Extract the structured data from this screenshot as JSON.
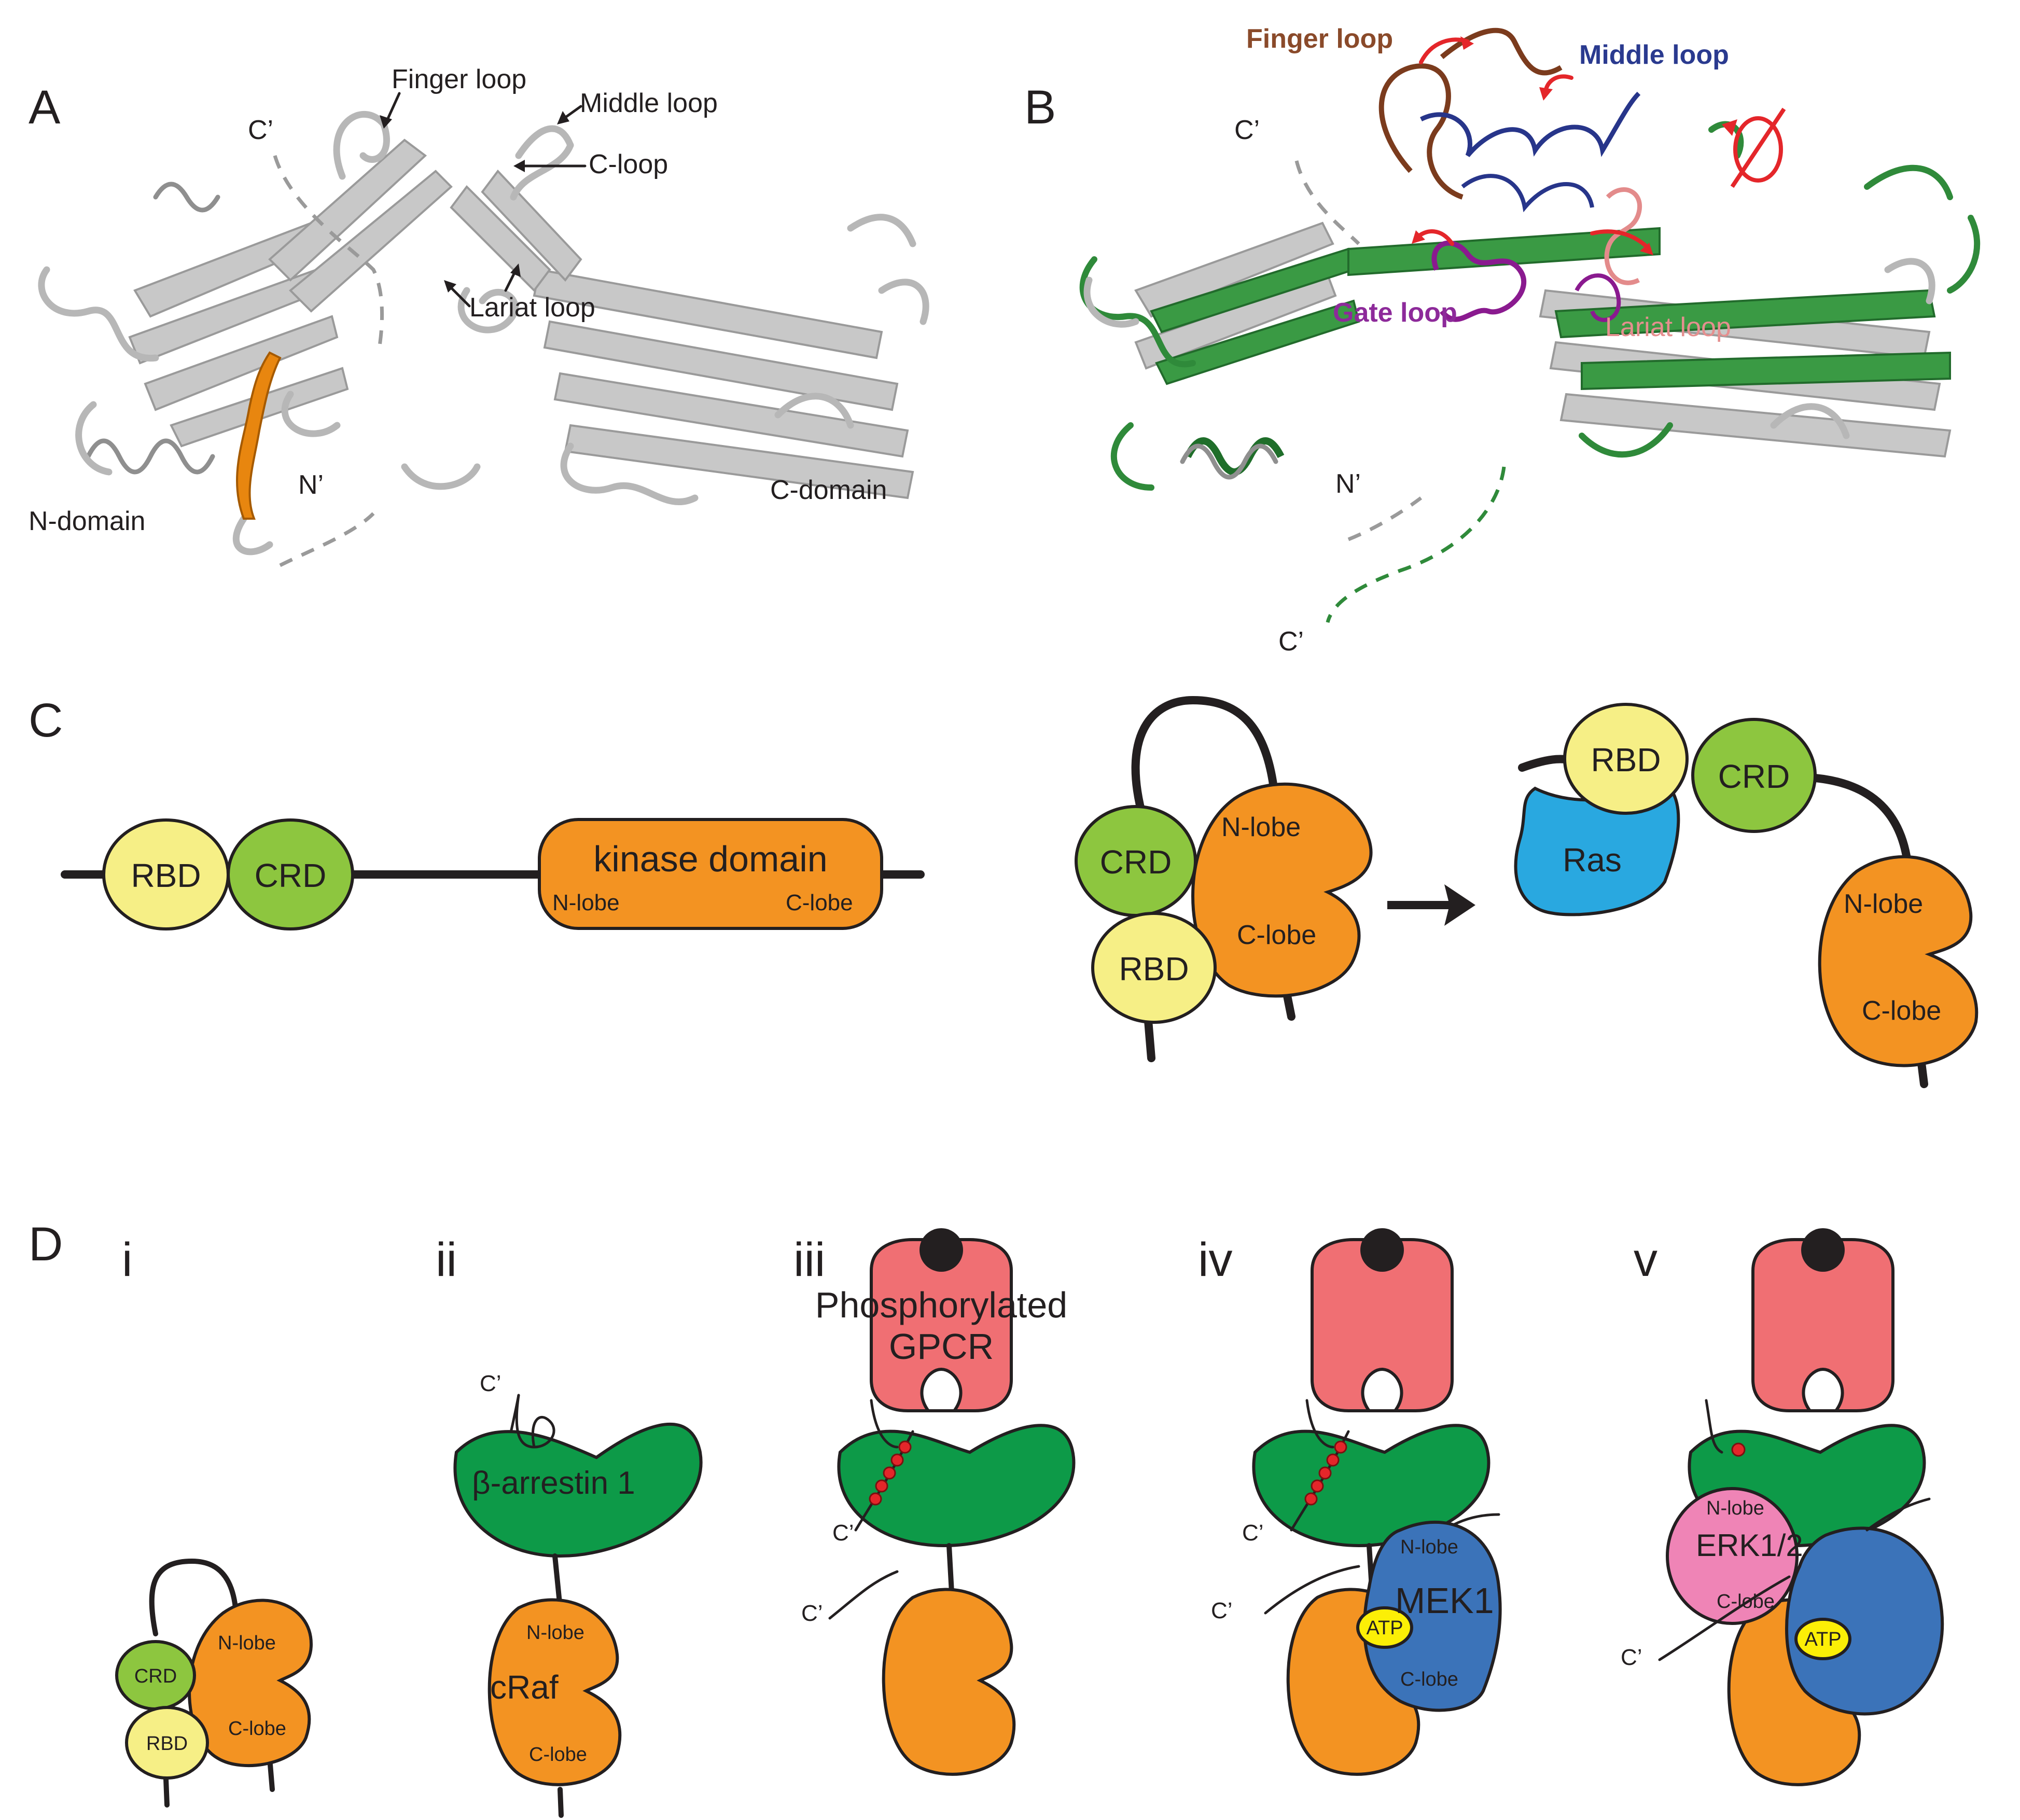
{
  "panels": {
    "A": "A",
    "B": "B",
    "C": "C",
    "D": "D"
  },
  "panelA": {
    "finger_loop": "Finger loop",
    "middle_loop": "Middle loop",
    "c_loop": "C-loop",
    "lariat_loop": "Lariat loop",
    "c_prime": "C’",
    "n_prime": "N’",
    "n_domain": "N-domain",
    "c_domain": "C-domain"
  },
  "panelB": {
    "finger_loop": "Finger loop",
    "middle_loop": "Middle loop",
    "gate_loop": "Gate loop",
    "lariat_loop": "Lariat loop",
    "c_prime_top": "C’",
    "n_prime": "N’",
    "c_prime_bottom": "C’",
    "colors": {
      "finger": "#8a4a2a",
      "middle": "#2a3a8f",
      "gate": "#8d2a9a",
      "lariat": "#e58f8f",
      "active": "#2f8a3a"
    }
  },
  "panelC": {
    "linear": {
      "rbd": "RBD",
      "crd": "CRD",
      "kinase": "kinase domain",
      "n_lobe": "N-lobe",
      "c_lobe": "C-lobe"
    },
    "inactive": {
      "crd": "CRD",
      "rbd": "RBD",
      "n_lobe": "N-lobe",
      "c_lobe": "C-lobe"
    },
    "active": {
      "rbd": "RBD",
      "crd": "CRD",
      "ras": "Ras",
      "n_lobe": "N-lobe",
      "c_lobe": "C-lobe"
    }
  },
  "panelD": {
    "steps": [
      "i",
      "ii",
      "iii",
      "iv",
      "v"
    ],
    "i": {
      "crd": "CRD",
      "rbd": "RBD",
      "n_lobe": "N-lobe",
      "c_lobe": "C-lobe"
    },
    "ii": {
      "c_prime": "C’",
      "arrestin": "β-arrestin 1",
      "craf": "cRaf",
      "n_lobe": "N-lobe",
      "c_lobe": "C-lobe"
    },
    "iii": {
      "gpcr": [
        "Phosphorylated",
        "GPCR"
      ],
      "c_prime_1": "C’",
      "c_prime_2": "C’"
    },
    "iv": {
      "c_prime_1": "C’",
      "c_prime_2": "C’",
      "mek": "MEK1",
      "n_lobe": "N-lobe",
      "c_lobe": "C-lobe",
      "atp": "ATP"
    },
    "v": {
      "erk": "ERK1/2",
      "n_lobe": "N-lobe",
      "c_lobe": "C-lobe",
      "atp": "ATP",
      "c_prime": "C’"
    }
  }
}
